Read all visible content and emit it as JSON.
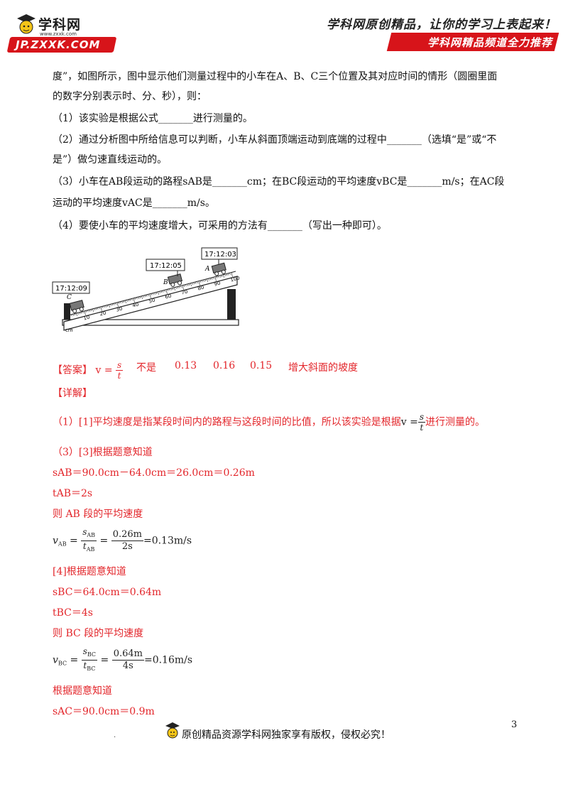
{
  "header": {
    "brand_cn": "学科网",
    "brand_url_small": "www.zxxk.com",
    "domain": "JP.ZXXK.COM",
    "slogan": "学科网原创精品，让你的学习上表起来！",
    "channel": "学科网精品频道全力推荐"
  },
  "question": {
    "lines": [
      "度”，如图所示，图中显示他们测量过程中的小车在A、B、C三个位置及其对应时间的情形（圆圈里面",
      "的数字分别表示时、分、秒），则：",
      "（1）该实验是根据公式_______进行测量的。",
      "（2）通过分析图中所给信息可以判断，小车从斜面顶端运动到底端的过程中_______（选填“是”或“不",
      "是”）做匀速直线运动的。",
      "（3）小车在AB段运动的路程sAB是_______cm；在BC段运动的平均速度vBC是_______m/s；在AC段",
      "运动的平均速度vAC是_______m/s。",
      "（4）要使小车的平均速度增大，可采用的方法有_______（写出一种即可）。"
    ]
  },
  "figure": {
    "clock_a": "17:12:03",
    "clock_b": "17:12:05",
    "clock_c": "17:12:09",
    "label_a": "A",
    "label_b": "B",
    "label_c": "C",
    "unit": "cm",
    "ticks": [
      "0",
      "10",
      "20",
      "30",
      "40",
      "50",
      "60",
      "70",
      "80",
      "90",
      "100"
    ]
  },
  "answer": {
    "label": "【答案】",
    "formula_lhs": "v =",
    "formula_num": "s",
    "formula_den": "t",
    "a2": "不是",
    "a3_1": "0.13",
    "a3_2": "0.16",
    "a3_3": "0.15",
    "a4": "增大斜面的坡度"
  },
  "detail": {
    "label": "【详解】",
    "p1_pre": "（1）[1]平均速度是指某段时间内的路程与这段时间的比值，所以该实验是根据",
    "p1_formula_lhs": "v =",
    "p1_formula_num": "s",
    "p1_formula_den": "t",
    "p1_post": "进行测量的。",
    "p2": "（3）[3]根据题意知道",
    "sab": "sAB＝90.0cm－64.0cm＝26.0cm＝0.26m",
    "tab": "tAB＝2s",
    "ab_avg": "则 AB 段的平均速度",
    "eq_ab": {
      "v": "v",
      "vsub": "AB",
      "s": "s",
      "ssub": "AB",
      "t": "t",
      "tsub": "AB",
      "num": "0.26m",
      "den": "2s",
      "result": "=0.13m/s"
    },
    "p4": "[4]根据题意知道",
    "sbc": "sBC＝64.0cm＝0.64m",
    "tbc": "tBC＝4s",
    "bc_avg": "则 BC 段的平均速度",
    "eq_bc": {
      "v": "v",
      "vsub": "BC",
      "s": "s",
      "ssub": "BC",
      "t": "t",
      "tsub": "BC",
      "num": "0.64m",
      "den": "4s",
      "result": "=0.16m/s"
    },
    "p5": "根据题意知道",
    "sac": "sAC＝90.0cm＝0.9m"
  },
  "footer": {
    "text": "原创精品资源学科网独家享有版权，侵权必究！",
    "dot": ".",
    "page": "3"
  }
}
